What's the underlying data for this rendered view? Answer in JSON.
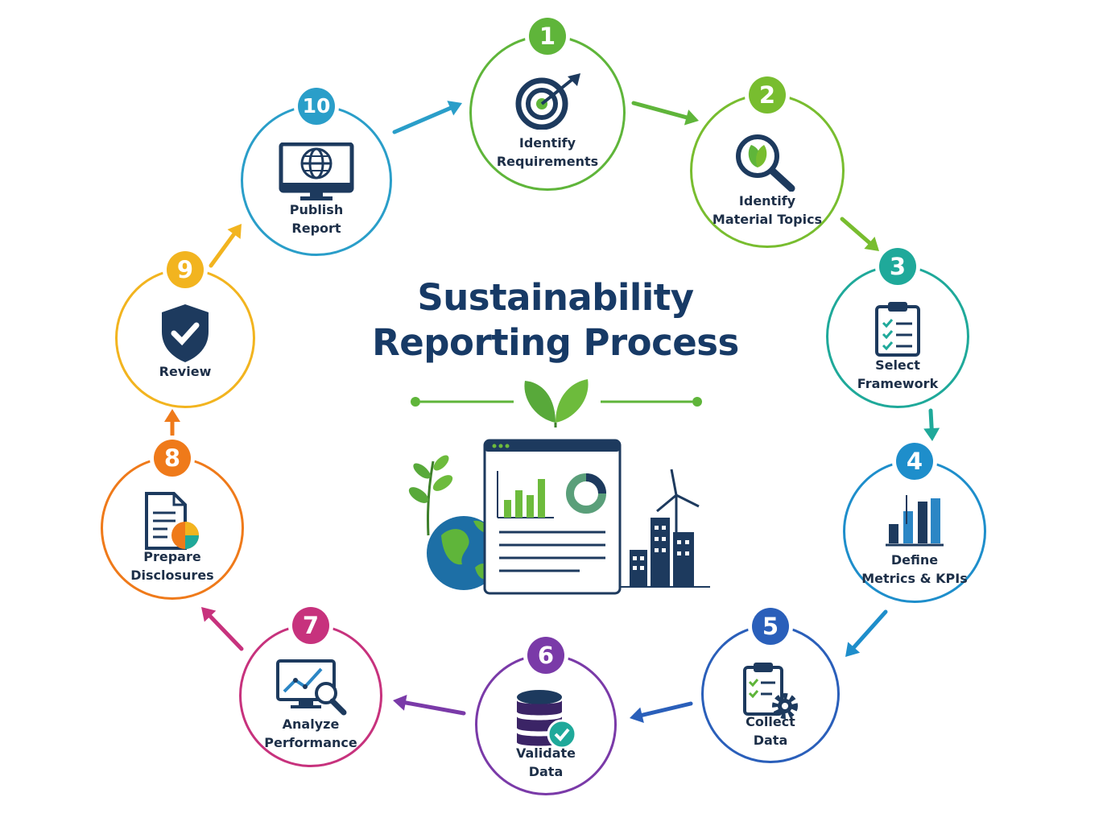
{
  "title": {
    "line1": "Sustainability",
    "line2": "Reporting Process"
  },
  "colors": {
    "navy": "#1d3a5e",
    "green": "#6dbb3c",
    "teal": "#1fa99a",
    "blue": "#2b86c5"
  },
  "steps": [
    {
      "number": "1",
      "line1": "Identify",
      "line2": "Requirements",
      "color": "#5fb53a",
      "icon": "target-icon"
    },
    {
      "number": "2",
      "line1": "Identify",
      "line2": "Material Topics",
      "color": "#78bd2f",
      "icon": "leaf-magnifier-icon"
    },
    {
      "number": "3",
      "line1": "Select",
      "line2": "Framework",
      "color": "#1fa99a",
      "icon": "clipboard-checklist-icon"
    },
    {
      "number": "4",
      "line1": "Define",
      "line2": "Metrics & KPIs",
      "color": "#1e8ecb",
      "icon": "bar-chart-icon"
    },
    {
      "number": "5",
      "line1": "Collect",
      "line2": "Data",
      "color": "#2a5fba",
      "icon": "clipboard-gear-icon"
    },
    {
      "number": "6",
      "line1": "Validate",
      "line2": "Data",
      "color": "#7a3aa8",
      "icon": "database-check-icon"
    },
    {
      "number": "7",
      "line1": "Analyze",
      "line2": "Performance",
      "color": "#c7327d",
      "icon": "monitor-analytics-icon"
    },
    {
      "number": "8",
      "line1": "Prepare",
      "line2": "Disclosures",
      "color": "#ef7a1a",
      "icon": "document-pie-icon"
    },
    {
      "number": "9",
      "line1": "Review",
      "line2": "",
      "color": "#f2b41f",
      "icon": "shield-check-icon"
    },
    {
      "number": "10",
      "line1": "Publish",
      "line2": "Report",
      "color": "#2a9ec9",
      "icon": "monitor-globe-icon"
    }
  ]
}
